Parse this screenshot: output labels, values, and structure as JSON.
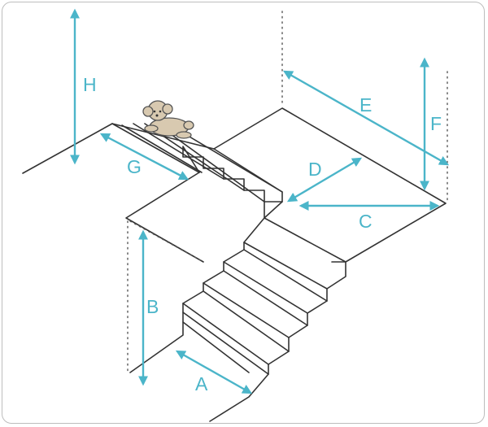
{
  "dimension_labels": {
    "A": "A",
    "B": "B",
    "C": "C",
    "D": "D",
    "E": "E",
    "F": "F",
    "G": "G",
    "H": "H"
  },
  "colors": {
    "dimension": "#4bb5c9",
    "line": "#333333",
    "dog": "#d8c9b0",
    "frame": "#bdbdbd"
  },
  "icons": {
    "dog": "toy-poodle-illustration"
  }
}
